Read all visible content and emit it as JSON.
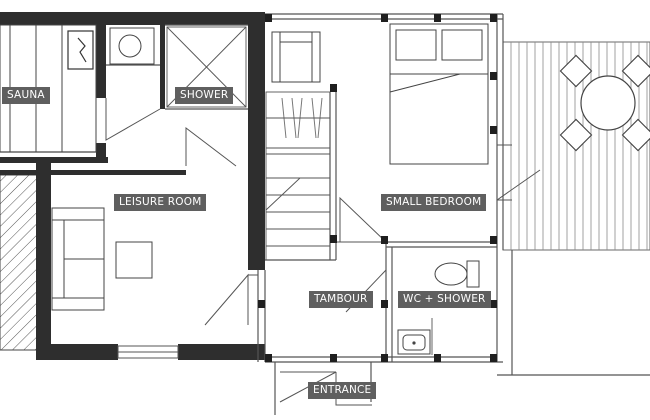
{
  "rooms": {
    "sauna": "SAUNA",
    "shower": "SHOWER",
    "leisure_room": "LEISURE ROOM",
    "small_bedroom": "SMALL BEDROOM",
    "tambour": "TAMBOUR",
    "wc_shower": "WC + SHOWER",
    "entrance": "ENTRANCE"
  },
  "colors": {
    "wall": "#2e2e2e",
    "line": "#5a5a5a",
    "label_bg": "#5f5f5f",
    "label_text": "#ffffff"
  }
}
